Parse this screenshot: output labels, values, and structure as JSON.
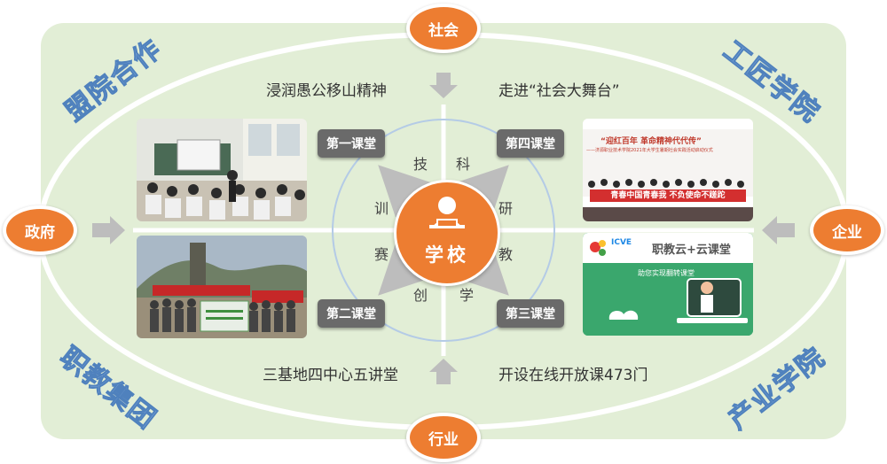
{
  "nodes": {
    "top": "社会",
    "left": "政府",
    "right": "企业",
    "bottom": "行业",
    "center": "学校"
  },
  "quadrant_text": {
    "top_left": "浸润愚公移山精神",
    "top_right": "走进“社会大舞台”",
    "bottom_left": "三基地四中心五讲堂",
    "bottom_right": "开设在线开放课473门"
  },
  "classrooms": {
    "first": "第一课堂",
    "second": "第二课堂",
    "third": "第三课堂",
    "fourth": "第四课堂"
  },
  "ring_chars": [
    "技",
    "科",
    "研",
    "教",
    "学",
    "创",
    "赛",
    "训"
  ],
  "corner_labels": {
    "top_left": "盟院合作",
    "top_right": "工匠学院",
    "bottom_left": "职教集团",
    "bottom_right": "产业学院"
  },
  "photo_texts": {
    "fourth_line1": "“迎红百年  革命精神代代传”",
    "fourth_line2": "——济源职业技术学院2021年大学生暑期社会实践活动启动仪式",
    "fourth_banner": "青春中国青春我  不负使命不蹉跎",
    "third_brand": "ICVE",
    "third_title": "职教云+云课堂",
    "third_sub": "助您实现翻转课堂"
  },
  "colors": {
    "accent_orange": "#ed7d31",
    "panel_green": "#e2eed6",
    "tag_gray": "#6a6a6a",
    "corner_blue": "#8eb4e3"
  }
}
